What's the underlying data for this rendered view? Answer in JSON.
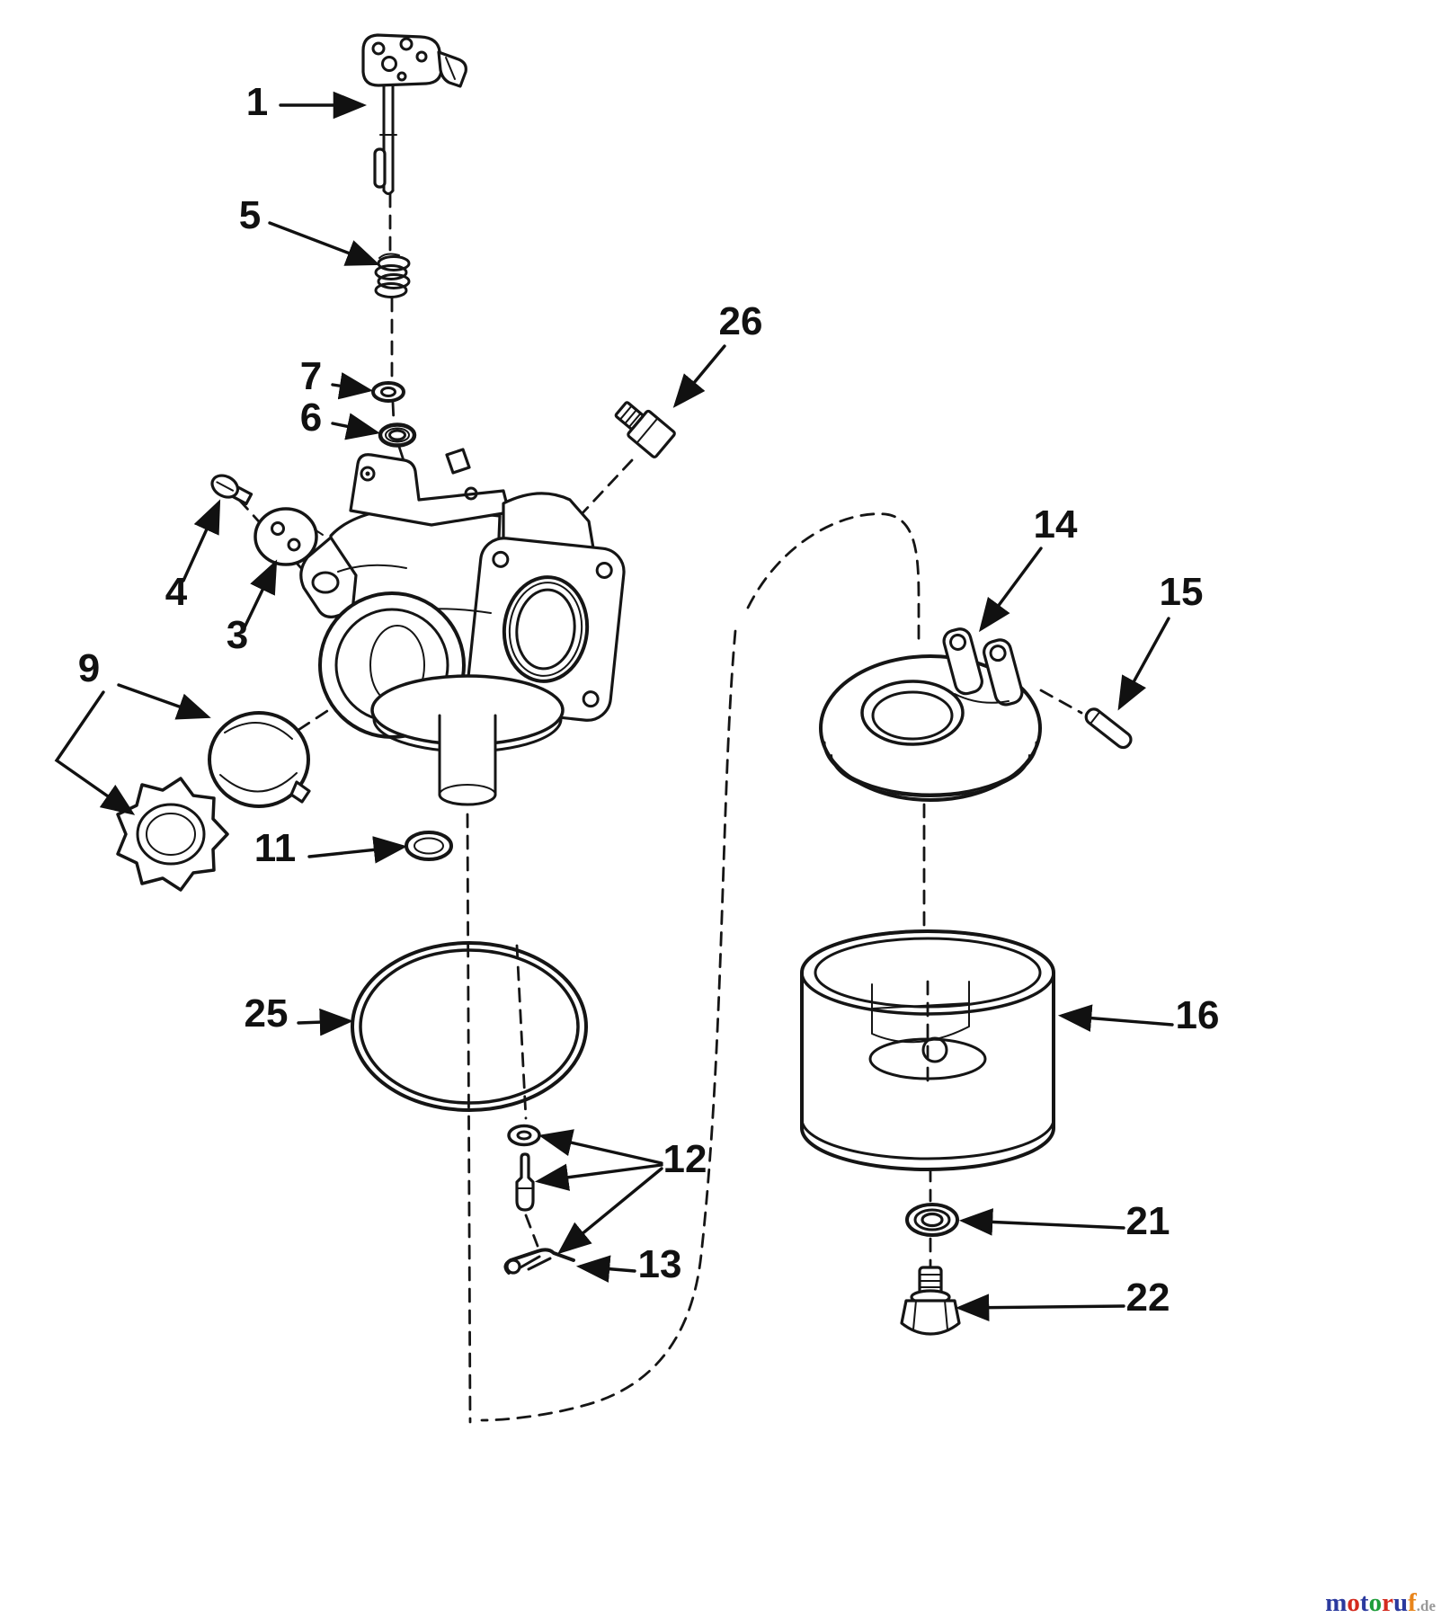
{
  "diagram": {
    "background": "#ffffff",
    "line_color": "#151515",
    "labels": [
      {
        "part": "1"
      },
      {
        "part": "5"
      },
      {
        "part": "7"
      },
      {
        "part": "6"
      },
      {
        "part": "26"
      },
      {
        "part": "4"
      },
      {
        "part": "3"
      },
      {
        "part": "9"
      },
      {
        "part": "11"
      },
      {
        "part": "25"
      },
      {
        "part": "12"
      },
      {
        "part": "13"
      },
      {
        "part": "14"
      },
      {
        "part": "15"
      },
      {
        "part": "16"
      },
      {
        "part": "21"
      },
      {
        "part": "22"
      }
    ],
    "watermark": {
      "letters": [
        {
          "ch": "m",
          "color": "#2b3a9e"
        },
        {
          "ch": "o",
          "color": "#d42a1e"
        },
        {
          "ch": "t",
          "color": "#2b3a9e"
        },
        {
          "ch": "o",
          "color": "#1f9d3a"
        },
        {
          "ch": "r",
          "color": "#d42a1e"
        },
        {
          "ch": "u",
          "color": "#2b3a9e"
        },
        {
          "ch": "f",
          "color": "#e8841a"
        }
      ],
      "suffix": ".de",
      "suffix_color": "#999999"
    }
  }
}
